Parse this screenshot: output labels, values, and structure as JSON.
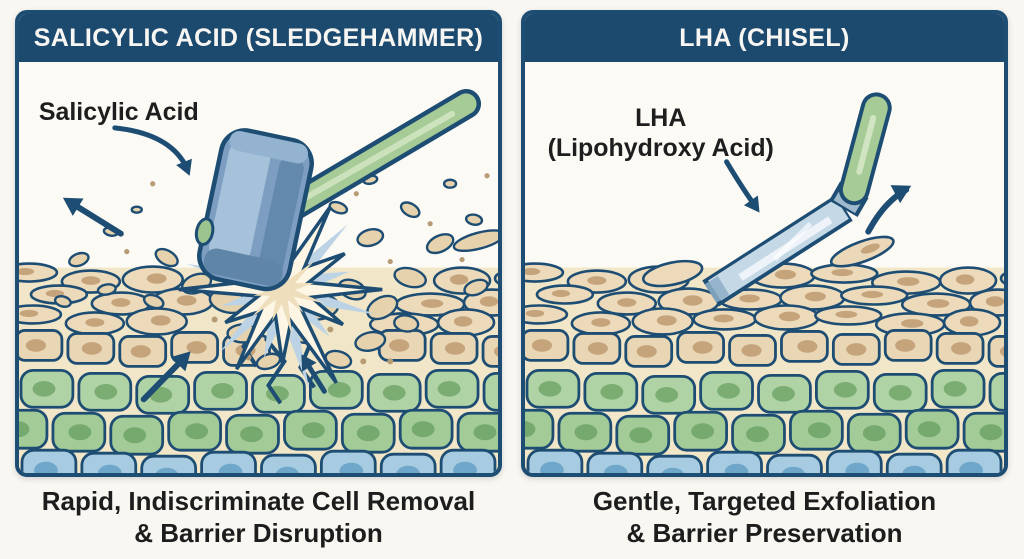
{
  "panels": [
    {
      "title": "SALICYLIC ACID (SLEDGEHAMMER)",
      "tool_label": "Salicylic Acid",
      "tool_icon": "sledgehammer-icon",
      "caption_line1": "Rapid, Indiscriminate Cell Removal",
      "caption_line2": "& Barrier Disruption"
    },
    {
      "title": "LHA (CHISEL)",
      "tool_label_line1": "LHA",
      "tool_label_line2": "(Lipohydroxy Acid)",
      "tool_icon": "chisel-icon",
      "caption_line1": "Gentle, Targeted Exfoliation",
      "caption_line2": "& Barrier Preservation"
    }
  ],
  "colors": {
    "navy_outline": "#1e4d73",
    "header_bg": "#1c4a6f",
    "header_text": "#f7f6f2",
    "page_bg": "#f9f7f1",
    "panel_bg": "#fcfaf5",
    "label_text": "#1e1e1e",
    "caption_text": "#1d1d1d",
    "corneocyte_tan": "#ecdabb",
    "tan_nucleus": "#c5a47c",
    "cell_green": "#a9cfa0",
    "green_nucleus": "#7bad73",
    "cell_blue": "#a7cce1",
    "blue_nucleus": "#6ea7c9",
    "mortar_beige": "#f1e7c8",
    "hammer_head_blue": "#7d9ec0",
    "tool_handle_green": "#a6cb97",
    "chisel_blade_steel": "#c4d8e6",
    "starburst_cream": "#fdf6e4",
    "starburst_blue": "#bcd3e5",
    "debris_tan": "#e6d2ac"
  },
  "icon_names": [
    "sledgehammer-icon",
    "chisel-icon",
    "impact-starburst-icon",
    "arrow-icon"
  ]
}
